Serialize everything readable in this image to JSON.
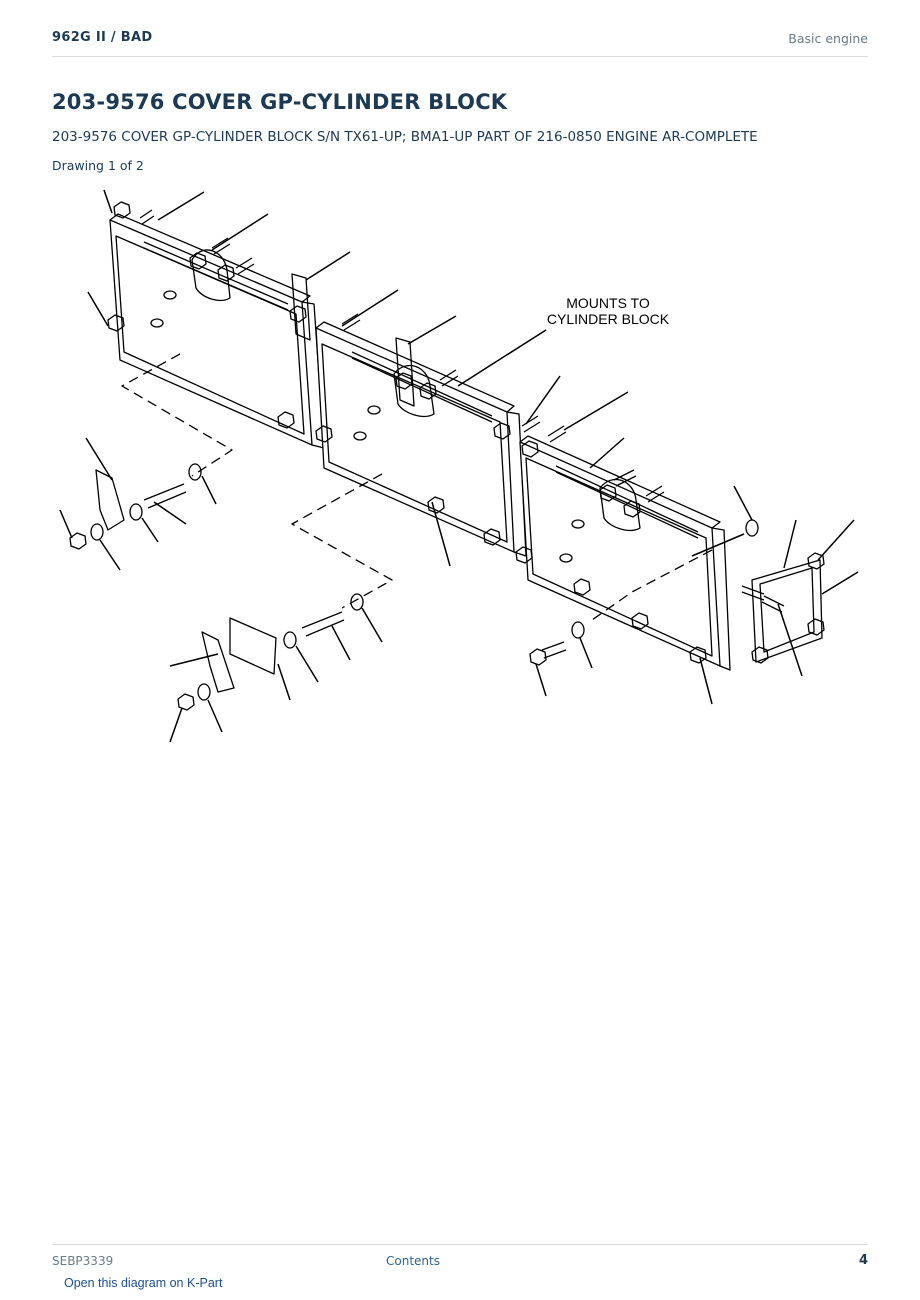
{
  "header": {
    "model": "962G II  /  BAD",
    "section": "Basic engine"
  },
  "page": {
    "title": "203-9576 COVER GP-CYLINDER BLOCK",
    "subtitle": "203-9576 COVER GP-CYLINDER BLOCK S/N TX61-UP; BMA1-UP PART OF 216-0850 ENGINE AR-COMPLETE",
    "drawing_label": "Drawing 1 of 2"
  },
  "diagram": {
    "annotation_line1": "MOUNTS TO",
    "annotation_line2": "CYLINDER BLOCK"
  },
  "footer": {
    "doc_id": "SEBP3339",
    "contents_link": "Contents",
    "page_number": "4",
    "kpart_link": "Open this diagram on K-Part"
  }
}
